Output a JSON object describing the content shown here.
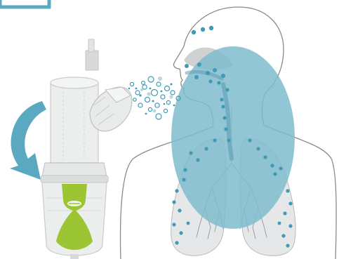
{
  "figure": {
    "subject": "nebulizer-and-respiratory-system",
    "colors": {
      "accent_teal": "#5aa9c0",
      "oval_fill": "#7fbccc",
      "outline_gray": "#8a8a8a",
      "device_light": "#e9eaea",
      "device_mid": "#d8dada",
      "medication_green": "#9cc534",
      "dot_teal": "#3f9ab5"
    },
    "icons": [
      "curved-arrow-icon",
      "nebulizer-device",
      "aerosol-particles",
      "human-silhouette",
      "lungs",
      "airway-oval"
    ]
  }
}
